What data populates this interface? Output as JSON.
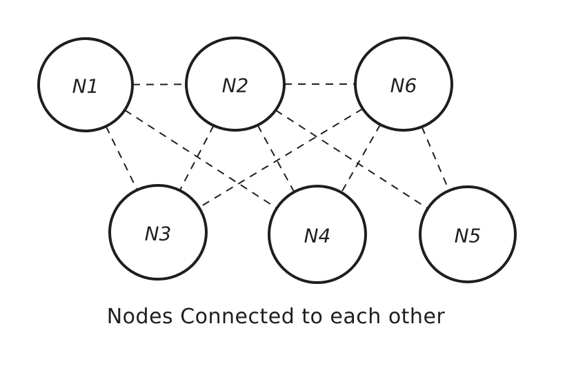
{
  "diagram": {
    "caption": "Nodes Connected to each other",
    "colors": {
      "stroke": "#1e1e1e",
      "background": "#ffffff"
    },
    "edge_style": "dashed",
    "nodes": [
      {
        "id": "N1",
        "label": "N1"
      },
      {
        "id": "N2",
        "label": "N2"
      },
      {
        "id": "N6",
        "label": "N6"
      },
      {
        "id": "N3",
        "label": "N3"
      },
      {
        "id": "N4",
        "label": "N4"
      },
      {
        "id": "N5",
        "label": "N5"
      }
    ],
    "edges": [
      {
        "from": "N1",
        "to": "N2"
      },
      {
        "from": "N2",
        "to": "N6"
      },
      {
        "from": "N1",
        "to": "N3"
      },
      {
        "from": "N1",
        "to": "N4"
      },
      {
        "from": "N2",
        "to": "N3"
      },
      {
        "from": "N2",
        "to": "N4"
      },
      {
        "from": "N2",
        "to": "N5"
      },
      {
        "from": "N6",
        "to": "N3"
      },
      {
        "from": "N6",
        "to": "N4"
      },
      {
        "from": "N6",
        "to": "N5"
      }
    ]
  }
}
